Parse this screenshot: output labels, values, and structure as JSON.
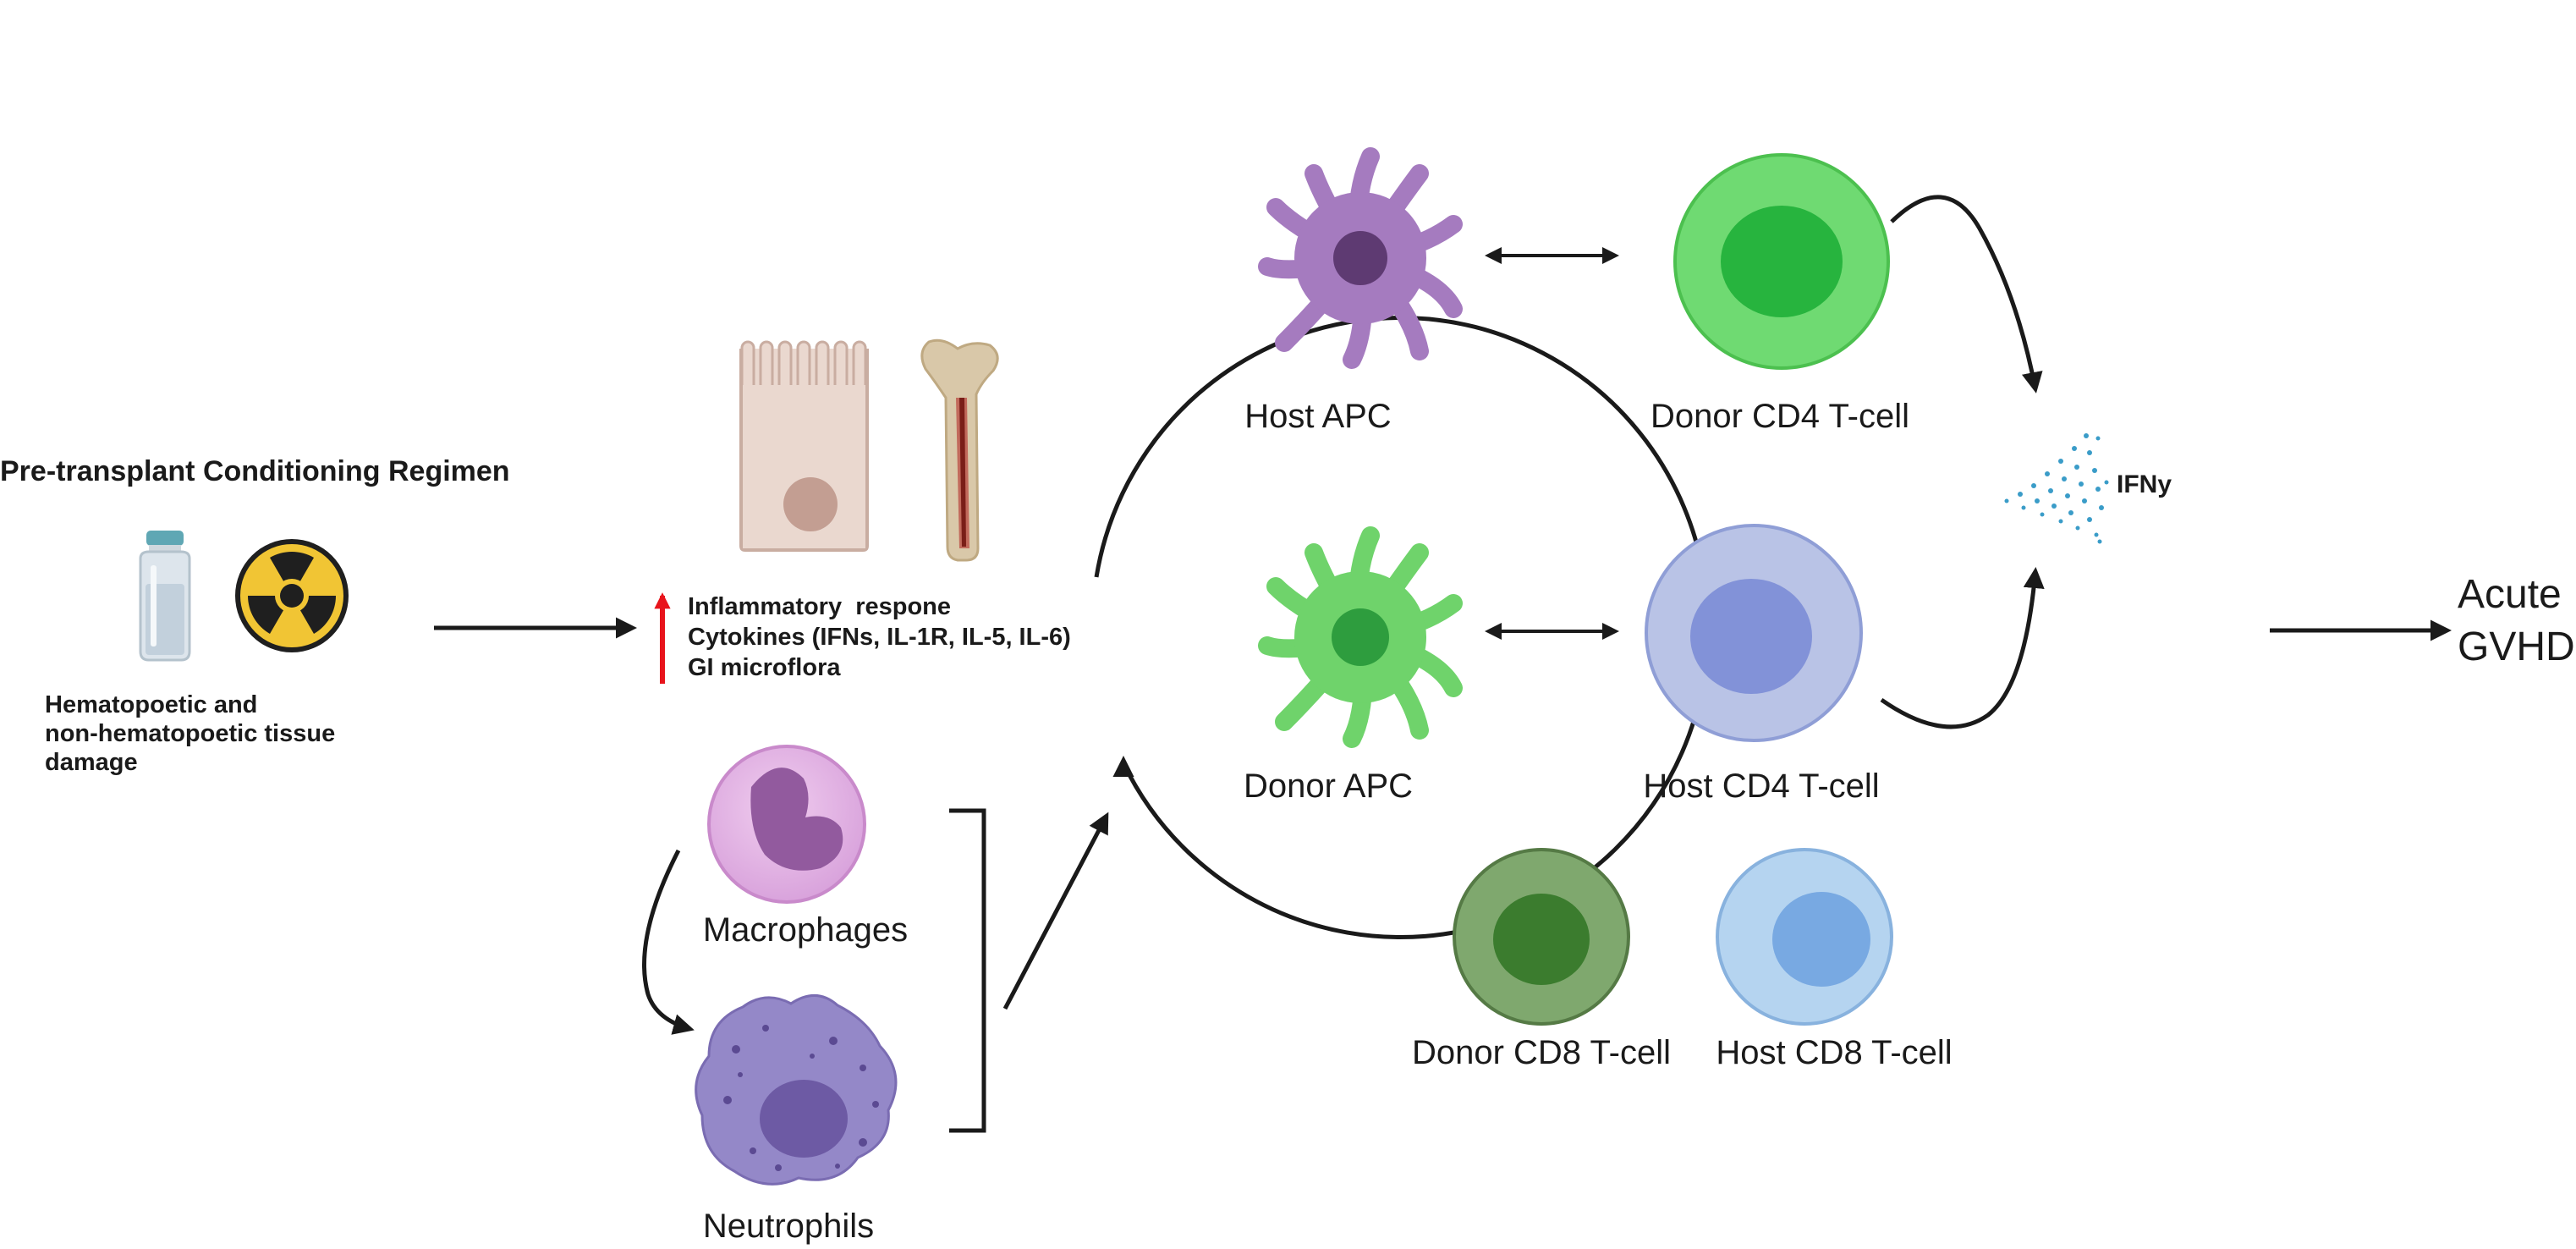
{
  "conditioning": {
    "title": "Pre-transplant Conditioning Regimen",
    "damage_lines": [
      "Hematopoetic and",
      "non-hematopoetic tissue",
      "damage"
    ],
    "icons": [
      "vial-icon",
      "radiation-icon"
    ]
  },
  "response": {
    "lines": [
      "Inflammatory  respone",
      "Cytokines (IFNs, IL-1R, IL-5, IL-6)",
      "GI microflora"
    ],
    "arrow_color": "#e8141c",
    "icons": [
      "epithelial-cell-icon",
      "bone-icon"
    ]
  },
  "innate_cells": {
    "macrophages": "Macrophages",
    "neutrophils": "Neutrophils"
  },
  "circle_cells": {
    "host_apc": "Host APC",
    "donor_cd4": "Donor CD4 T-cell",
    "donor_apc": "Donor APC",
    "host_cd4": "Host CD4 T-cell",
    "donor_cd8": "Donor CD8 T-cell",
    "host_cd8": "Host CD8 T-cell",
    "cytokine": "IFNy"
  },
  "outcome": {
    "lines": [
      "Acute",
      "GVHD"
    ]
  },
  "colors": {
    "arrow": "#1a1a1a",
    "host_apc": "#a57bbf",
    "donor_apc": "#6fd36b",
    "donor_cd4": "#6fda72",
    "host_cd4": "#b9c3e6",
    "donor_cd8": "#7fa86e",
    "host_cd8": "#b5d4f0",
    "macrophage": "#e2b6e4",
    "neutrophil": "#9488c8",
    "ifn_dots": "#3a9cc8"
  }
}
